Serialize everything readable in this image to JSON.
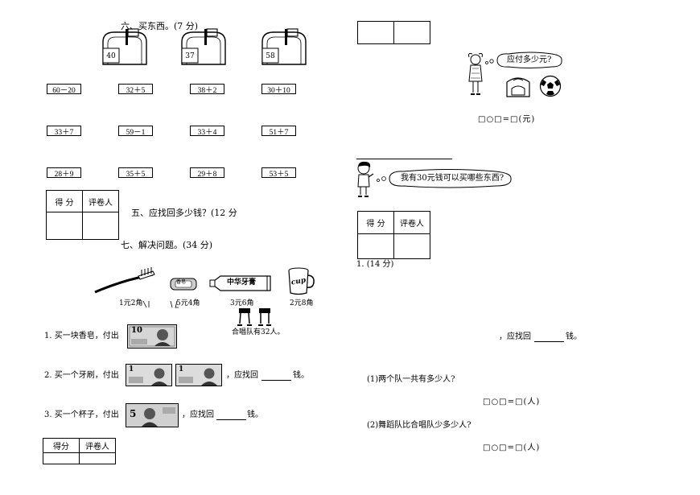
{
  "section6": {
    "title": "六、买东西。(7 分)"
  },
  "mailboxes": [
    "40",
    "37",
    "58"
  ],
  "expressions": [
    [
      "60－20",
      "32＋5",
      "38＋2",
      "30＋10"
    ],
    [
      "33＋7",
      "59－1",
      "33＋4",
      "51＋7"
    ],
    [
      "28＋9",
      "35＋5",
      "29＋8",
      "53＋5"
    ]
  ],
  "score_table": {
    "score": "得 分",
    "reviewer": "评卷人"
  },
  "score_table_bottom": {
    "score": "得分",
    "reviewer": "评卷人"
  },
  "section5": {
    "title": "五、应找回多少钱？(12 分"
  },
  "section7": {
    "title": "七、解决问题。(34 分)"
  },
  "items": {
    "toothpaste_label": "中华牙膏",
    "soap_label": "香皂",
    "cup_label": "cup",
    "prices": [
      "1元2角",
      "5元4角",
      "3元6角",
      "2元8角"
    ]
  },
  "choir": "合唱队有32人。",
  "questions": {
    "q1": "1. 买一块香皂，付出",
    "q2": "2. 买一个牙刷，付出",
    "q3": "3. 买一个杯子，付出",
    "return_prefix": "，应找回",
    "return_suffix": "钱。"
  },
  "right": {
    "speech1": "应付多少元?",
    "eq_yuan": "□○□=□(元)",
    "speech2": "我有30元钱可以买哪些东西?",
    "part1": "1. (14 分)",
    "sub1": "(1)两个队一共有多少人?",
    "eq_ren1": "□○□=□(人)",
    "sub2": "(2)舞蹈队比合唱队少多少人?",
    "eq_ren2": "□○□=□(人)"
  },
  "banknote": {
    "ten": "10",
    "five": "5",
    "one": "1"
  }
}
